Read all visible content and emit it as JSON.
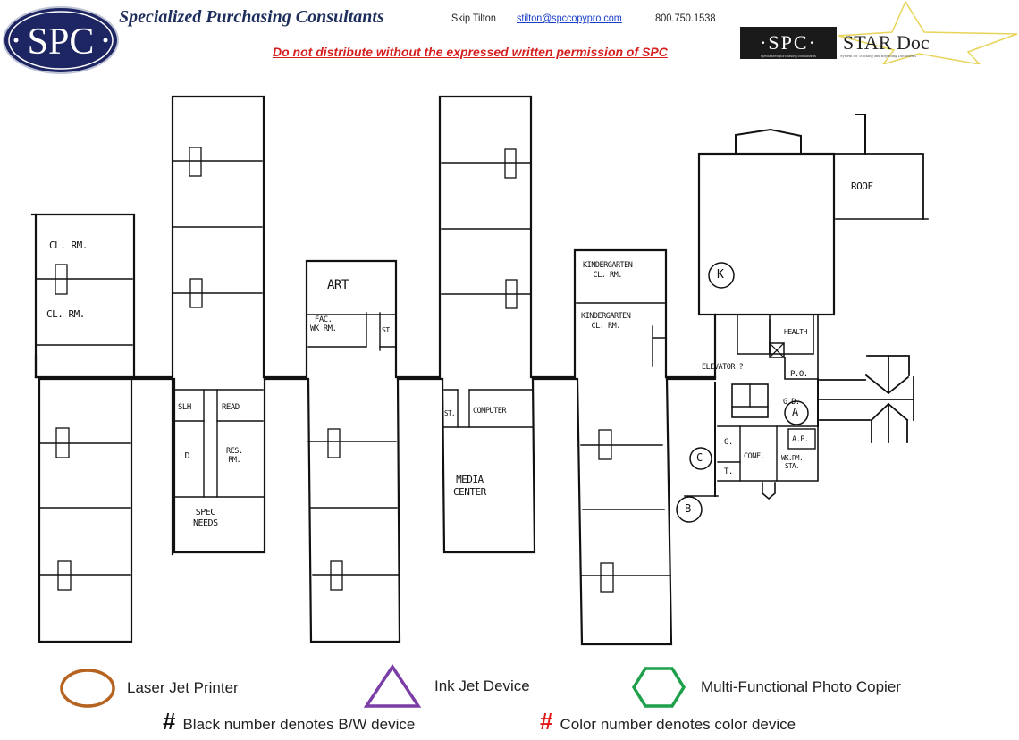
{
  "header": {
    "logo_text": "SPC",
    "company_name": "Specialized Purchasing Consultants",
    "contact_name": "Skip Tilton",
    "contact_email": "stilton@spccopypro.com",
    "contact_phone": "800.750.1538",
    "warning": "Do not distribute without the expressed written permission of SPC",
    "product_logo": {
      "left_text": "·SPC·",
      "left_subtext": "specialized purchasing consultants",
      "right_text": "STAR Doc",
      "right_subtext": "System for Tracking and Reporting Documents"
    }
  },
  "floor_plan": {
    "rooms": [
      {
        "id": "cl-rm-1",
        "label": "CL. RM."
      },
      {
        "id": "cl-rm-2",
        "label": "CL. RM."
      },
      {
        "id": "art",
        "label": "ART"
      },
      {
        "id": "fac-wk-rm",
        "label": "FAC.\nWK RM."
      },
      {
        "id": "st-1",
        "label": "ST."
      },
      {
        "id": "kindergarten-1",
        "label": "KINDERGARTEN\nCL. RM."
      },
      {
        "id": "kindergarten-2",
        "label": "KINDERGARTEN\nCL. RM."
      },
      {
        "id": "roof",
        "label": "ROOF"
      },
      {
        "id": "health",
        "label": "HEALTH"
      },
      {
        "id": "elevator",
        "label": "ELEVATOR ?"
      },
      {
        "id": "po",
        "label": "P.O."
      },
      {
        "id": "gd",
        "label": "G.D."
      },
      {
        "id": "ap",
        "label": "A.P."
      },
      {
        "id": "wk-rm-sta",
        "label": "WK.RM.\nSTA."
      },
      {
        "id": "conf",
        "label": "CONF."
      },
      {
        "id": "g",
        "label": "G."
      },
      {
        "id": "t",
        "label": "T."
      },
      {
        "id": "slh",
        "label": "SLH"
      },
      {
        "id": "read",
        "label": "READ"
      },
      {
        "id": "ld",
        "label": "LD"
      },
      {
        "id": "res-rm",
        "label": "RES.\nRM."
      },
      {
        "id": "spec-needs",
        "label": "SPEC\nNEEDS"
      },
      {
        "id": "st-2",
        "label": "ST."
      },
      {
        "id": "computer",
        "label": "COMPUTER"
      },
      {
        "id": "media-center",
        "label": "MEDIA\nCENTER"
      }
    ],
    "device_markers": [
      {
        "id": "marker-k",
        "label": "K"
      },
      {
        "id": "marker-a",
        "label": "A"
      },
      {
        "id": "marker-c",
        "label": "C"
      },
      {
        "id": "marker-b",
        "label": "B"
      }
    ]
  },
  "legend": {
    "items": [
      {
        "shape": "circle",
        "label": "Laser Jet Printer",
        "color": "#b5631f"
      },
      {
        "shape": "triangle",
        "label": "Ink Jet Device",
        "color": "#7a3ea6"
      },
      {
        "shape": "hexagon",
        "label": "Multi-Functional Photo Copier",
        "color": "#1fa04a"
      }
    ],
    "notes": [
      {
        "symbol": "#",
        "label": "Black number denotes B/W device",
        "color": "#111111"
      },
      {
        "symbol": "#",
        "label": "Color number denotes color device",
        "color": "#e01818"
      }
    ]
  }
}
